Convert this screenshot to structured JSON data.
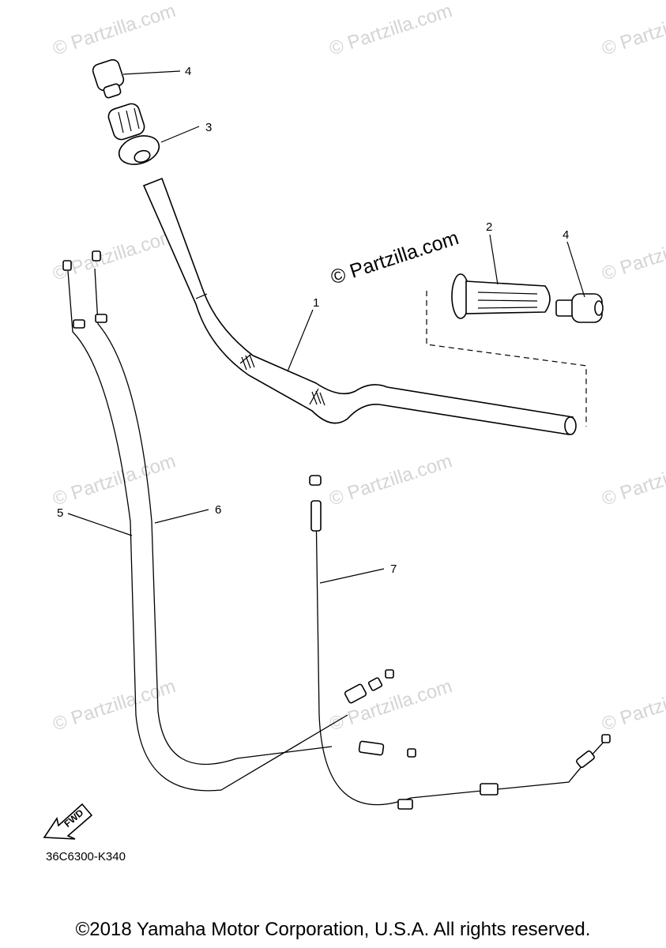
{
  "watermark": "© Partzilla.com",
  "center_watermark": "© Partzilla.com",
  "callouts": {
    "handlebar": "1",
    "grip_right": "2",
    "grip_left": "3",
    "end_left": "4",
    "end_right": "4",
    "throttle_cable_1": "5",
    "throttle_cable_2": "6",
    "clutch_cable": "7"
  },
  "direction_label": "FWD",
  "diagram_number": "36C6300-K340",
  "copyright": "©2018 Yamaha Motor Corporation, U.S.A. All rights reserved."
}
